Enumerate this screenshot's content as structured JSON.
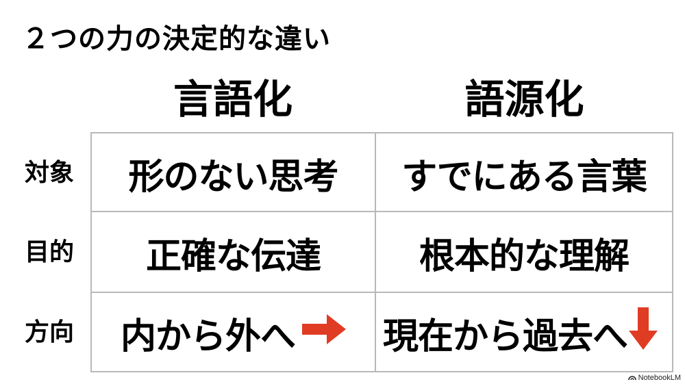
{
  "slide": {
    "title": "２つの力の決定的な違い",
    "columns": [
      "言語化",
      "語源化"
    ],
    "rows": [
      {
        "label": "対象",
        "values": [
          "形のない思考",
          "すでにある言葉"
        ]
      },
      {
        "label": "目的",
        "values": [
          "正確な伝達",
          "根本的な理解"
        ]
      },
      {
        "label": "方向",
        "values": [
          "内から外へ",
          "現在から過去へ"
        ],
        "icons": [
          "arrow-right-icon",
          "arrow-down-icon"
        ]
      }
    ],
    "accent_color": "#e03c24",
    "grid_color": "#b8b8b8"
  },
  "footer": {
    "brand": "NotebookLM",
    "icon": "notebooklm-logo-icon"
  }
}
